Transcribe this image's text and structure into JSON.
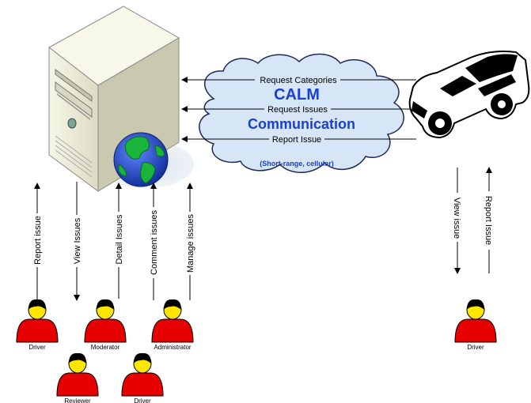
{
  "cloud": {
    "title": "CALM",
    "subtitle": "Communication",
    "note": "(Short-range, cellular)"
  },
  "arrows_car_to_server": [
    {
      "label": "Request Categories"
    },
    {
      "label": "Request Issues"
    },
    {
      "label": "Report Issue"
    }
  ],
  "server_links": [
    {
      "label": "Report issue",
      "direction": "up"
    },
    {
      "label": "View Issues",
      "direction": "down"
    },
    {
      "label": "Detail Issues",
      "direction": "up"
    },
    {
      "label": "Comment issues",
      "direction": "up"
    },
    {
      "label": "Manage issues",
      "direction": "up"
    }
  ],
  "car_links": [
    {
      "label": "View issue",
      "direction": "down"
    },
    {
      "label": "Report Issue",
      "direction": "up"
    }
  ],
  "people": [
    {
      "role": "Driver"
    },
    {
      "role": "Moderator"
    },
    {
      "role": "Administrator"
    },
    {
      "role": "Reviewer"
    },
    {
      "role": "Driver"
    },
    {
      "role": "Driver"
    }
  ],
  "colors": {
    "cloud_fill": "#d6e6f7",
    "cloud_text": "#1a3fd6",
    "person_body": "#e60000",
    "person_head": "#ffe600",
    "server_body": "#efefdc",
    "globe_ocean": "#1e3fc9",
    "globe_land": "#19b43a"
  }
}
